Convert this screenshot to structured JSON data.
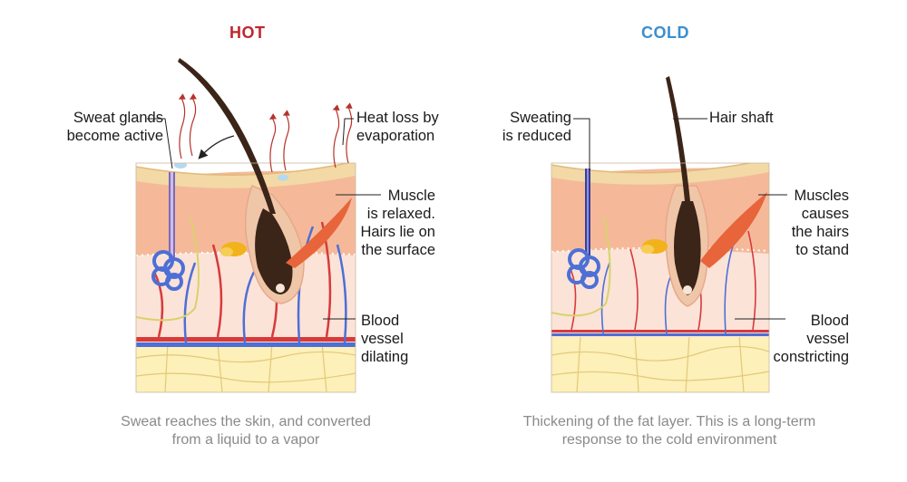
{
  "hot": {
    "title": "HOT",
    "title_color": "#c0272d",
    "labels": {
      "sweat_glands": [
        "Sweat glands",
        "become active"
      ],
      "heat_loss": [
        "Heat loss by",
        "evaporation"
      ],
      "muscle": [
        "Muscle",
        "is relaxed.",
        "Hairs lie on",
        "the surface"
      ],
      "blood_vessel": [
        "Blood",
        "vessel",
        "dilating"
      ]
    },
    "caption": [
      "Sweat reaches the skin, and converted",
      "from a liquid to a vapor"
    ]
  },
  "cold": {
    "title": "COLD",
    "title_color": "#3a8fd0",
    "labels": {
      "sweating": [
        "Sweating",
        "is reduced"
      ],
      "hair_shaft": [
        "Hair shaft"
      ],
      "muscles": [
        "Muscles",
        "causes",
        "the hairs",
        "to stand"
      ],
      "blood_vessel": [
        "Blood",
        "vessel",
        "constricting"
      ]
    },
    "caption": [
      "Thickening of the fat layer. This is a long-term",
      "response to the cold environment"
    ]
  },
  "colors": {
    "epidermis": "#f3d9a6",
    "dermis": "#f5b99a",
    "hypodermis": "#fbe3d8",
    "fat": "#fdf0b8",
    "hair": "#3b2418",
    "artery": "#d83a3a",
    "vein": "#4d6fd6",
    "muscle": "#e8643a",
    "gland": "#f2b21c"
  }
}
